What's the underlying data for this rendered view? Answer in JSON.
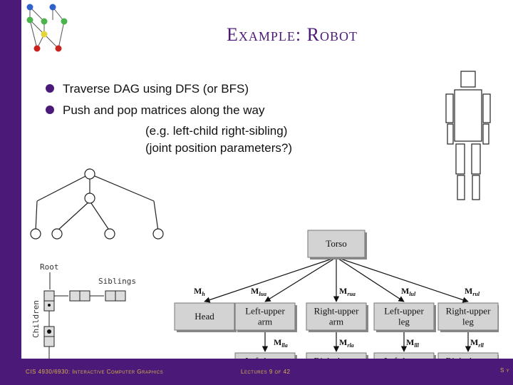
{
  "slide": {
    "title": "Example: Robot",
    "bullets": [
      "Traverse DAG using DFS (or BFS)",
      "Push and pop matrices along the way"
    ],
    "sub_lines": [
      "(e.g. left-child right-sibling)",
      "(joint position parameters?)"
    ]
  },
  "lcrs_diagram": {
    "root_label": "Root",
    "siblings_label": "Siblings",
    "children_label": "Children"
  },
  "robot_graph": {
    "root": "Torso",
    "first_level": [
      "Head",
      "Left-upper arm",
      "Right-upper arm",
      "Left-upper leg",
      "Right-upper leg"
    ],
    "second_level": [
      "Left-lower arm",
      "Right-lower arm",
      "Left-lower leg",
      "Right-lower leg"
    ],
    "edge_labels_top": [
      {
        "base": "M",
        "sub": "h"
      },
      {
        "base": "M",
        "sub": "lua"
      },
      {
        "base": "M",
        "sub": "rua"
      },
      {
        "base": "M",
        "sub": "lul"
      },
      {
        "base": "M",
        "sub": "rul"
      }
    ],
    "edge_labels_bottom": [
      {
        "base": "M",
        "sub": "lla"
      },
      {
        "base": "M",
        "sub": "rla"
      },
      {
        "base": "M",
        "sub": "lll"
      },
      {
        "base": "M",
        "sub": "rll"
      }
    ]
  },
  "footer": {
    "left": "CIS 4930/6930: Interactive Computer Graphics",
    "center": "Lectures 9 of 42",
    "right": "S y"
  },
  "colors": {
    "theme": "#4b1a78",
    "footer_text": "#d7b04a",
    "node_fill": "#d3d3d3"
  }
}
